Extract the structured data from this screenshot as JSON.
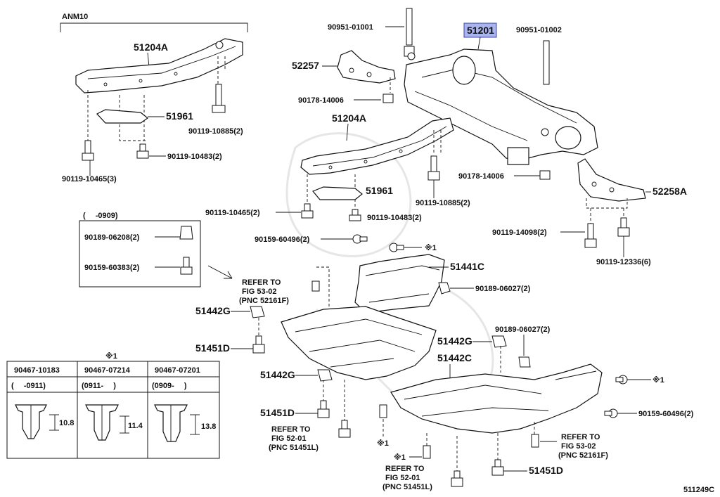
{
  "diagram": {
    "model_bracket_label": "ANM10",
    "footer_code": "511249C",
    "highlighted_part": "51201",
    "part_labels": {
      "p90951_01001": "90951-01001",
      "p51201": "51201",
      "p90951_01002": "90951-01002",
      "p51204A_top": "51204A",
      "p52257": "52257",
      "p90178_14006_top": "90178-14006",
      "p51961_top": "51961",
      "p90119_10885_top": "90119-10885(2)",
      "p90119_10465_top": "90119-10465(3)",
      "p90119_10483_top": "90119-10483(2)",
      "p51204A_mid": "51204A",
      "p51961_mid": "51961",
      "p90178_14006_mid": "90178-14006",
      "p52258A": "52258A",
      "p90119_10885_mid": "90119-10885(2)",
      "p90119_10465_mid": "90119-10465(2)",
      "p90119_10483_mid": "90119-10483(2)",
      "p90119_14098": "90119-14098(2)",
      "p90119_12336": "90119-12336(6)",
      "p90159_60496_a": "90159-60496(2)",
      "p51441C": "51441C",
      "p90189_06027_a": "90189-06027(2)",
      "p51442G_a": "51442G",
      "p51451D_a": "51451D",
      "p90189_06027_b": "90189-06027(2)",
      "p51442G_b": "51442G",
      "p51442C": "51442C",
      "p51442G_c": "51442G",
      "p51451D_b": "51451D",
      "p90159_60496_b": "90159-60496(2)",
      "p51451D_c": "51451D",
      "mark1_a": "※1",
      "mark1_b": "※1",
      "mark1_c": "※1",
      "mark1_d": "※1"
    },
    "references": {
      "ref1": [
        "REFER TO",
        "FIG 53-02",
        "(PNC 52161F)"
      ],
      "ref2": [
        "REFER TO",
        "FIG 52-01",
        "(PNC 51451L)"
      ],
      "ref3": [
        "REFER TO",
        "FIG 52-01",
        "(PNC 51451L)"
      ],
      "ref4": [
        "REFER TO",
        "FIG 53-02",
        "(PNC 52161F)"
      ]
    },
    "inset_box": {
      "date_range": "(　 -0909)",
      "row1": "90189-06208(2)",
      "row2": "90159-60383(2)"
    },
    "clip_table": {
      "note_mark": "※1",
      "headers": [
        "90467-10183",
        "90467-07214",
        "90467-07201"
      ],
      "ranges": [
        "(　 -0911)",
        "(0911-　 )",
        "(0909-　 )"
      ],
      "dims": [
        "10.8",
        "11.4",
        "13.8"
      ]
    }
  }
}
